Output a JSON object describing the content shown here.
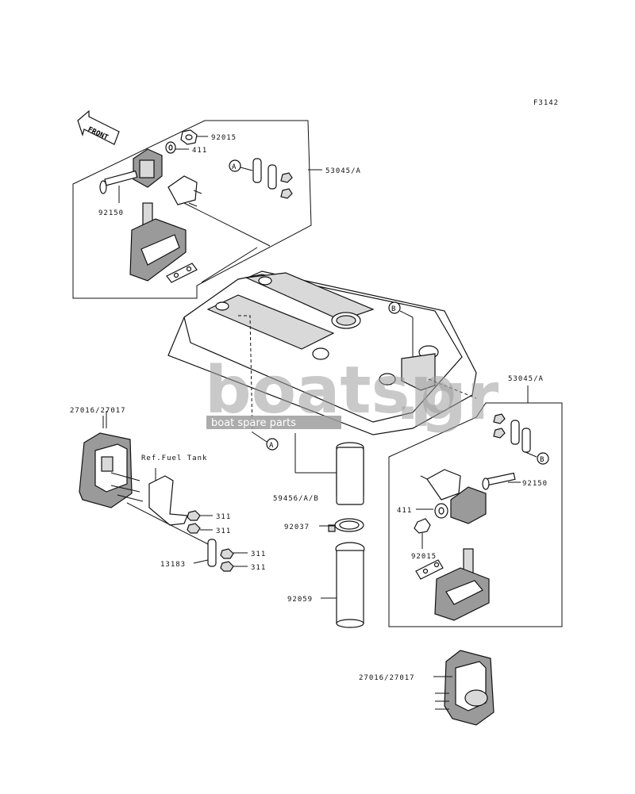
{
  "diagram": {
    "figure_code": "F3142",
    "front_label": "FRONT",
    "callouts": {
      "a": "A",
      "b": "B"
    },
    "labels": {
      "nut_92015_top": "92015",
      "washer_411_top": "411",
      "bracket_53045_top": "53045/A",
      "bolt_92150_top": "92150",
      "bracket_53045_right": "53045/A",
      "bolt_92150_right": "92150",
      "washer_411_right": "411",
      "nut_92015_right": "92015",
      "mount_27016_left": "27016/27017",
      "ref_fuel_tank": "Ref.Fuel Tank",
      "nut_311_a": "311",
      "nut_311_b": "311",
      "nut_311_c": "311",
      "nut_311_d": "311",
      "plate_13183": "13183",
      "tube_59456": "59456/A/B",
      "clamp_92037": "92037",
      "hose_92059": "92059",
      "mount_27016_bottom": "27016/27017"
    }
  },
  "watermark": {
    "brand": "boatsp",
    "suffix": ".gr",
    "tagline": "boat spare parts"
  }
}
